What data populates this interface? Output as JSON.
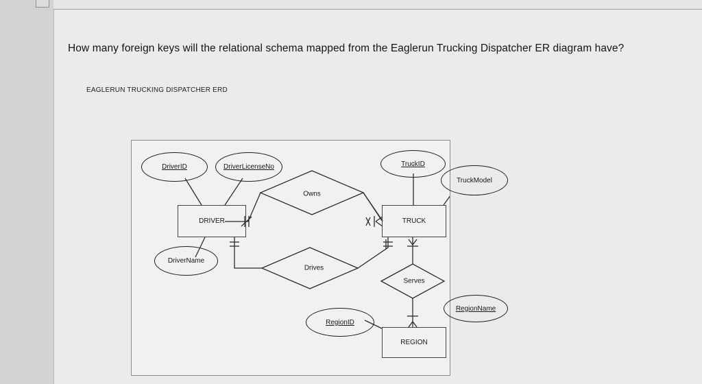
{
  "question": "How many foreign keys will the relational schema mapped from the Eaglerun Trucking Dispatcher ER diagram have?",
  "erd_title": "EAGLERUN TRUCKING DISPATCHER ERD",
  "diagram": {
    "entities": {
      "driver": "DRIVER",
      "truck": "TRUCK",
      "region": "REGION"
    },
    "attributes": {
      "driver_id": "DriverID",
      "driver_license_no": "DriverLicenseNo",
      "driver_name": "DriverName",
      "truck_id": "TruckID",
      "truck_model": "TruckModel",
      "region_id": "RegionID",
      "region_name": "RegionName"
    },
    "relationships": {
      "owns": "Owns",
      "drives": "Drives",
      "serves": "Serves"
    }
  },
  "colors": {
    "line": "#2b2b2b",
    "background": "#f2f1f0"
  }
}
